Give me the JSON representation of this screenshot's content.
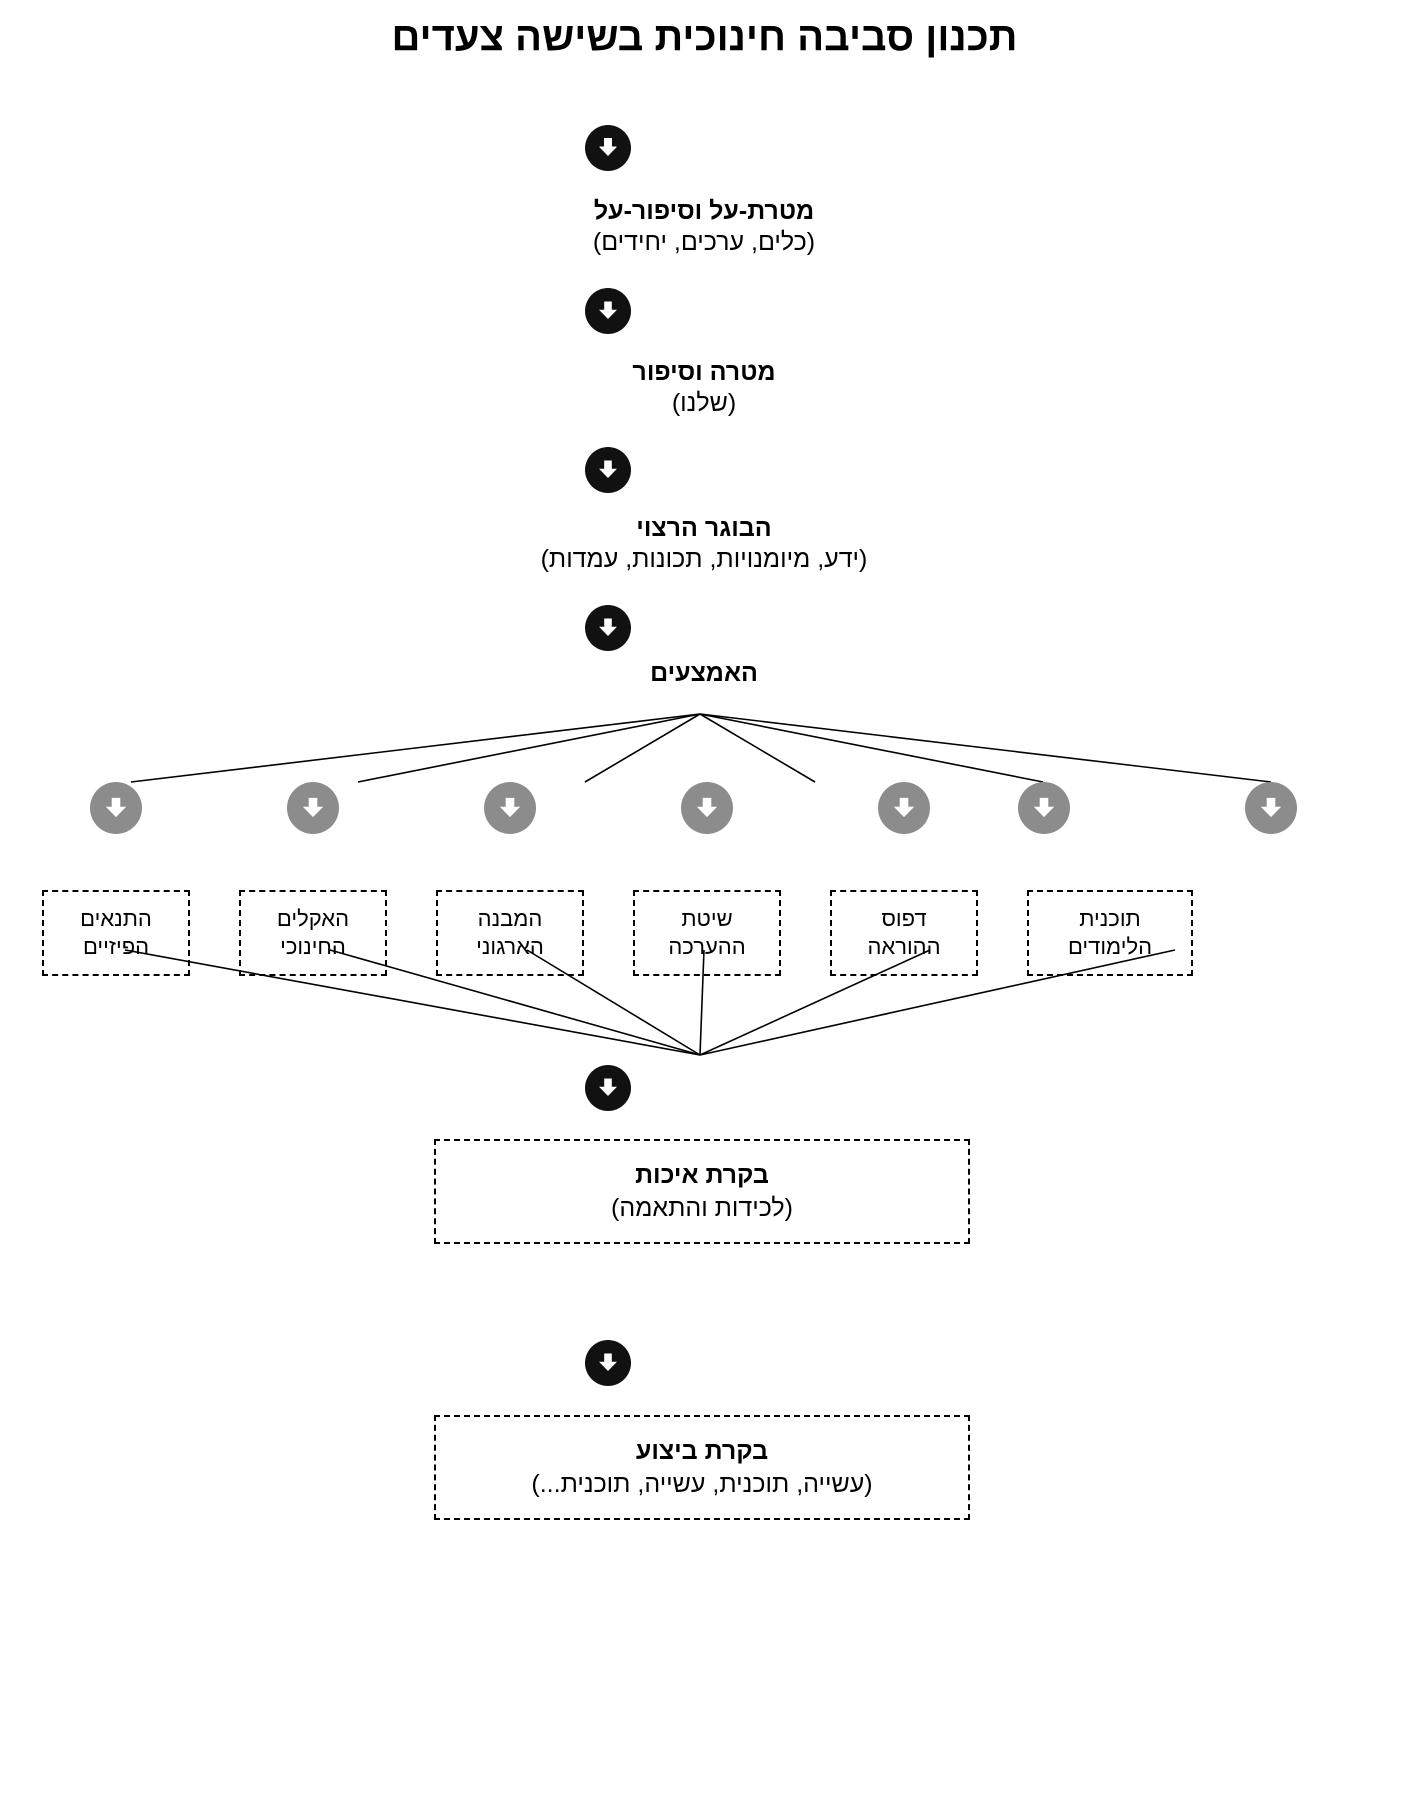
{
  "title": "תכנון סביבה חינוכית בשישה צעדים",
  "icons": {
    "step_arrow": "arrow-down-circle-icon",
    "branch_arrow": "arrow-down-circle-gray-icon"
  },
  "colors": {
    "step_arrow_fill": "#111111",
    "branch_arrow_fill": "#8c8c8c",
    "arrow_glyph": "#ffffff",
    "line": "#000000",
    "background": "#ffffff",
    "text": "#000000"
  },
  "steps": [
    {
      "id": "step-1",
      "main": "מטרת-על וסיפור-על",
      "sub": "(כלים, ערכים, יחידים)"
    },
    {
      "id": "step-2",
      "main": "מטרה וסיפור",
      "sub": "(שלנו)"
    },
    {
      "id": "step-3",
      "main": "הבוגר הרצוי",
      "sub": "(ידע, מיומנויות, תכונות, עמדות)"
    },
    {
      "id": "step-4",
      "main": "האמצעים",
      "sub": ""
    }
  ],
  "means": [
    {
      "id": "means-6",
      "line1": "התנאים",
      "line2": "הפיזיים"
    },
    {
      "id": "means-5",
      "line1": "האקלים",
      "line2": "החינוכי"
    },
    {
      "id": "means-4",
      "line1": "המבנה",
      "line2": "הארגוני"
    },
    {
      "id": "means-3",
      "line1": "שיטת",
      "line2": "ההערכה"
    },
    {
      "id": "means-2",
      "line1": "דפוס",
      "line2": "ההוראה"
    },
    {
      "id": "means-1",
      "line1": "תוכנית",
      "line2": "הלימודים"
    }
  ],
  "quality_control": {
    "main": "בקרת איכות",
    "sub": "(לכידות והתאמה)"
  },
  "performance_control": {
    "main": "בקרת ביצוע",
    "sub": "(עשייה, תוכנית, עשייה, תוכנית...)"
  },
  "chart_data": {
    "type": "flowchart",
    "title": "תכנון סביבה חינוכית בשישה צעדים",
    "direction": "top-to-bottom",
    "nodes": [
      "מטרת-על וסיפור-על (כלים, ערכים, יחידים)",
      "מטרה וסיפור (שלנו)",
      "הבוגר הרצוי (ידע, מיומנויות, תכונות, עמדות)",
      "האמצעים",
      "התנאים הפיזיים",
      "האקלים החינוכי",
      "המבנה הארגוני",
      "שיטת ההערכה",
      "דפוס ההוראה",
      "תוכנית הלימודים",
      "בקרת איכות (לכידות והתאמה)",
      "בקרת ביצוע (עשייה, תוכנית, עשייה, תוכנית...)"
    ]
  }
}
